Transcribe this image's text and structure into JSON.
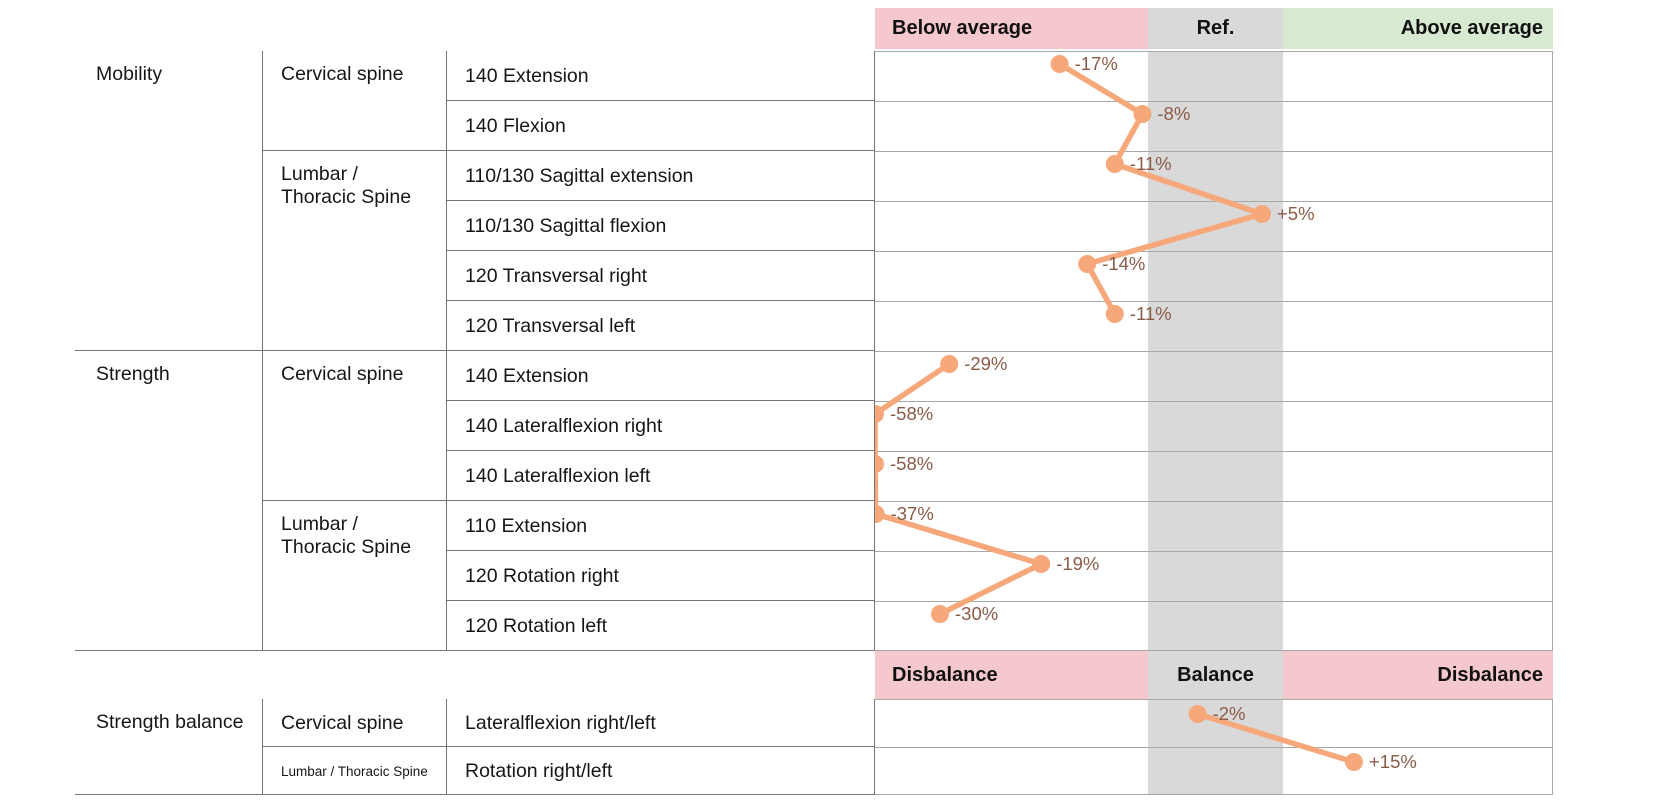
{
  "header_top": {
    "left": "Below average",
    "center": "Ref.",
    "right": "Above average"
  },
  "header_bottom": {
    "left": "Disbalance",
    "center": "Balance",
    "right": "Disbalance"
  },
  "colors": {
    "line": "#f6a87a",
    "data_point": "#f6a87a",
    "value_label": "#8a5c48",
    "zone_below": "#f5c8ce",
    "zone_ref": "#d9d9d9",
    "zone_above": "#d7e9d1",
    "grid_line": "#a8a8a8",
    "table_border": "#747474"
  },
  "chart_data": {
    "type": "line",
    "unit": "%",
    "orientation": "value-on-horizontal-axis, one test per row",
    "xlim_percent": [
      -37,
      37
    ],
    "ref_band_percent": [
      -7.5,
      7.5
    ],
    "zones_main": [
      "Below average",
      "Ref.",
      "Above average"
    ],
    "zones_balance": [
      "Disbalance",
      "Balance",
      "Disbalance"
    ],
    "main_table": {
      "sections": [
        {
          "category": "Mobility",
          "groups": [
            {
              "region": "Cervical spine",
              "tests": [
                {
                  "name": "140 Extension",
                  "value": -17,
                  "label": "-17%"
                },
                {
                  "name": "140 Flexion",
                  "value": -8,
                  "label": "-8%"
                }
              ]
            },
            {
              "region": "Lumbar / Thoracic Spine",
              "region_lines": "Lumbar /\nThoracic Spine",
              "tests": [
                {
                  "name": "110/130 Sagittal extension",
                  "value": -11,
                  "label": "-11%"
                },
                {
                  "name": "110/130 Sagittal flexion",
                  "value": 5,
                  "label": "+5%"
                },
                {
                  "name": "120 Transversal right",
                  "value": -14,
                  "label": "-14%"
                },
                {
                  "name": "120 Transversal left",
                  "value": -11,
                  "label": "-11%"
                }
              ]
            }
          ]
        },
        {
          "category": "Strength",
          "groups": [
            {
              "region": "Cervical spine",
              "tests": [
                {
                  "name": "140 Extension",
                  "value": -29,
                  "label": "-29%"
                },
                {
                  "name": "140 Lateralflexion right",
                  "value": -58,
                  "label": "-58%"
                },
                {
                  "name": "140 Lateralflexion left",
                  "value": -58,
                  "label": "-58%"
                }
              ]
            },
            {
              "region": "Lumbar / Thoracic Spine",
              "region_lines": "Lumbar /\nThoracic Spine",
              "tests": [
                {
                  "name": "110 Extension",
                  "value": -37,
                  "label": "-37%"
                },
                {
                  "name": "120 Rotation right",
                  "value": -19,
                  "label": "-19%"
                },
                {
                  "name": "120 Rotation left",
                  "value": -30,
                  "label": "-30%"
                }
              ]
            }
          ]
        }
      ]
    },
    "balance_table": {
      "sections": [
        {
          "category": "Strength balance",
          "groups": [
            {
              "region": "Cervical spine",
              "tests": [
                {
                  "name": "Lateralflexion right/left",
                  "value": -2,
                  "label": "-2%"
                }
              ]
            },
            {
              "region": "Lumbar / Thoracic Spine",
              "compact": true,
              "tests": [
                {
                  "name": "Rotation right/left",
                  "value": 15,
                  "label": "+15%"
                }
              ]
            }
          ]
        }
      ]
    }
  }
}
